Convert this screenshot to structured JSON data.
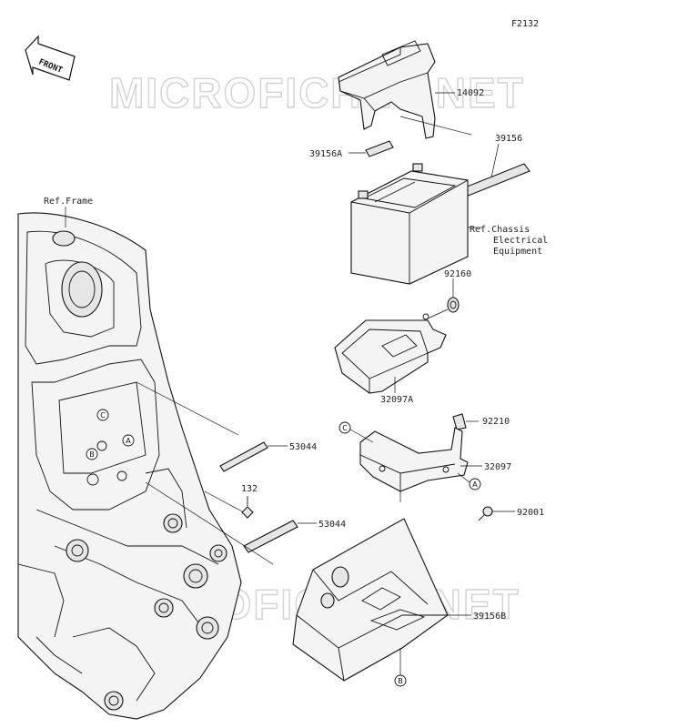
{
  "diagram_code": "F2132",
  "front_arrow": "FRONT",
  "watermark": "MICROFICHES.NET",
  "callouts": {
    "ref_frame": "Ref.Frame",
    "ref_chassis_1": "Ref.Chassis",
    "ref_chassis_2": "Electrical",
    "ref_chassis_3": "Equipment",
    "p14092": "14092",
    "p39156A": "39156A",
    "p39156": "39156",
    "p92160": "92160",
    "p32097A": "32097A",
    "p92210": "92210",
    "p32097": "32097",
    "p92001": "92001",
    "p53044_a": "53044",
    "p53044_b": "53044",
    "p132": "132",
    "p39156B": "39156B"
  },
  "markers": {
    "A": "A",
    "B": "B",
    "C": "C"
  }
}
